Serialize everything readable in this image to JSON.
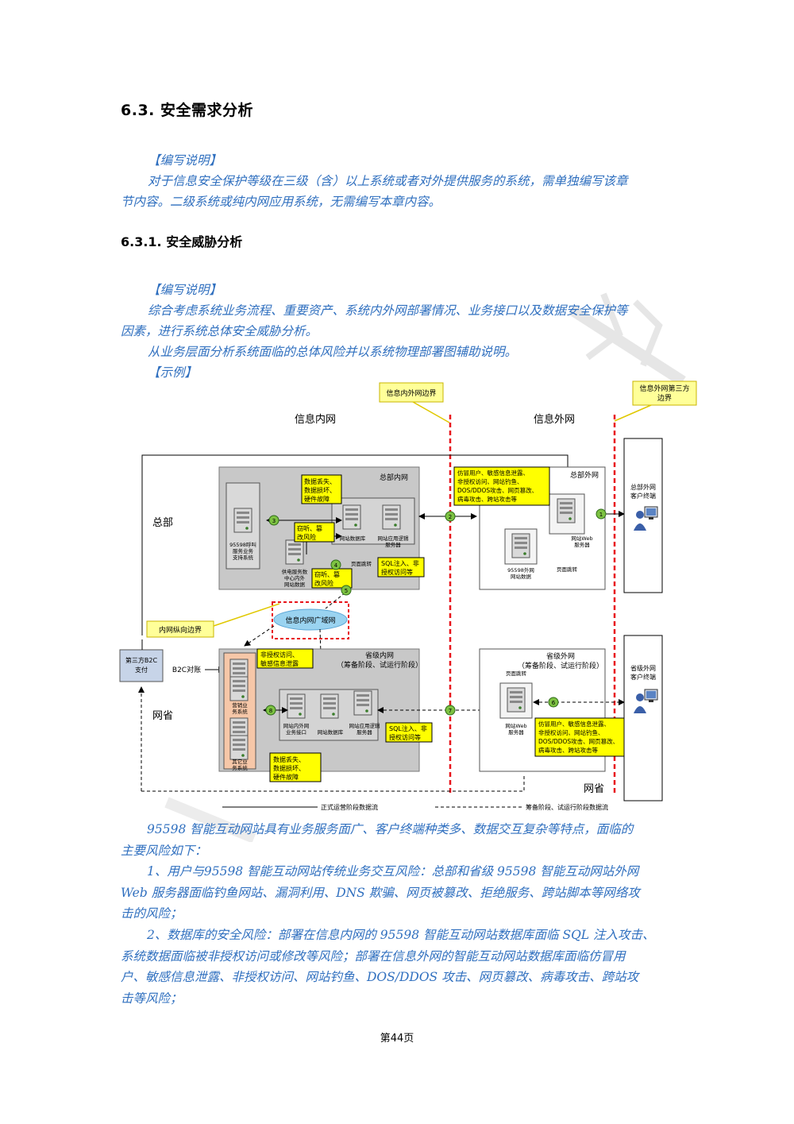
{
  "heading_1": "6.3. 安全需求分析",
  "note_1": {
    "label": "【编写说明】",
    "line1": "对于信息安全保护等级在三级（含）以上系统或者对外提供服务的系统，需单独编写该章",
    "line2": "节内容。二级系统或纯内网应用系统，无需编写本章内容。"
  },
  "heading_2": "6.3.1. 安全威胁分析",
  "note_2": {
    "label": "【编写说明】",
    "line1": "综合考虑系统业务流程、重要资产、系统内外网部署情况、业务接口以及数据安全保护等",
    "line2": "因素，进行系统总体安全威胁分析。",
    "line3": "从业务层面分析系统面临的总体风险并以系统物理部署图辅助说明。",
    "example": "【示例】"
  },
  "diagram": {
    "boundary_inner_outer": "信息内外网边界",
    "boundary_outer_third": [
      "信息外网第三方",
      "边界"
    ],
    "zone_inner": "信息内网",
    "zone_outer": "信息外网",
    "row_hq": "总部",
    "row_prov": "网省",
    "row_prov_bottom": "网省",
    "hq_inner": "总部内网",
    "hq_outer": "总部外网",
    "hq_terminal": [
      "总部外网",
      "客户终端"
    ],
    "prov_inner": [
      "省级内网",
      "（筹备阶段、试运行阶段）"
    ],
    "prov_outer": [
      "省级外网",
      "（筹备阶段、试运行阶段）"
    ],
    "prov_terminal": [
      "省级外网",
      "客户终端"
    ],
    "inner_wan": "信息内网广域网",
    "vertical_boundary": "内网纵向边界",
    "third_party": [
      "第三方B2C",
      "支付"
    ],
    "b2c": "B2C对账",
    "servers": {
      "hq_95598": [
        "95598呼叫",
        "服务业务",
        "支持系统"
      ],
      "hq_db": "网站数据库",
      "hq_app": [
        "网站应用逻辑",
        "服务器"
      ],
      "hq_supply": [
        "供电服务数",
        "中心内外",
        "网站数据"
      ],
      "hq_jump": "页面跳转",
      "hq_web": [
        "网站Web",
        "服务器"
      ],
      "hq_outer_db": [
        "95598外网",
        "网站数据"
      ],
      "hq_outer_jump": "页面跳转",
      "prov_marketing": [
        "营销业",
        "务系统"
      ],
      "prov_other": [
        "其它业",
        "务系统"
      ],
      "prov_iface": [
        "网站内外网",
        "业务接口"
      ],
      "prov_db": "网站数据库",
      "prov_app": [
        "网站应用逻辑",
        "服务器"
      ],
      "prov_jump": "页面跳转",
      "prov_web": [
        "网站Web",
        "服务器"
      ]
    },
    "risks": {
      "r_data": [
        "数据丢失、",
        "数据损坏、",
        "硬件故障"
      ],
      "r_tamper1": [
        "窃听、篡",
        "改风险"
      ],
      "r_tamper2": [
        "窃听、篡",
        "改风险"
      ],
      "r_sql": [
        "SQL注入、非",
        "授权访问等"
      ],
      "r_outer": [
        "仿冒用户、敏感信息泄露、",
        "非授权访问、网站钓鱼、",
        "DOS/DDOS攻击、网页篡改、",
        "病毒攻击、跨站攻击等"
      ],
      "r_prov_leak": [
        "非授权访问、",
        "敏感信息泄露"
      ],
      "r_prov_sql": [
        "SQL注入、非",
        "授权访问等"
      ],
      "r_prov_data": [
        "数据丢失、",
        "数据损坏、",
        "硬件故障"
      ],
      "r_prov_outer": [
        "仿冒用户、敏感信息泄露、",
        "非授权访问、网站钓鱼、",
        "DOS/DDOS攻击、网页篡改、",
        "病毒攻击、跨站攻击等"
      ]
    },
    "markers": [
      "1",
      "2",
      "3",
      "4",
      "5",
      "6",
      "7",
      "8"
    ],
    "legend_solid": "正式运营阶段数据流",
    "legend_dashed": "筹备阶段、试运行阶段数据流",
    "colors": {
      "boundary": "#e8141b",
      "risk_fill": "#ffff00",
      "marker_fill": "#7dc242",
      "wan": "#9ad3f0"
    }
  },
  "para_1": {
    "line1": "95598 智能互动网站具有业务服务面广、客户终端种类多、数据交互复杂等特点，面临的",
    "line2": "主要风险如下："
  },
  "para_2": {
    "line1": "1、用户与95598 智能互动网站传统业务交互风险：总部和省级 95598 智能互动网站外网",
    "line2": "Web 服务器面临钓鱼网站、漏洞利用、DNS 欺骗、网页被篡改、拒绝服务、跨站脚本等网络攻",
    "line3": "击的风险；"
  },
  "para_3": {
    "line1": "2、数据库的安全风险：部署在信息内网的 95598 智能互动网站数据库面临 SQL 注入攻击、",
    "line2": "系统数据面临被非授权访问或修改等风险；部署在信息外网的智能互动网站数据库面临仿冒用",
    "line3": "户、敏感信息泄露、非授权访问、网站钓鱼、DOS/DDOS 攻击、网页篡改、病毒攻击、跨站攻",
    "line4": "击等风险；"
  },
  "footer": "第44页"
}
